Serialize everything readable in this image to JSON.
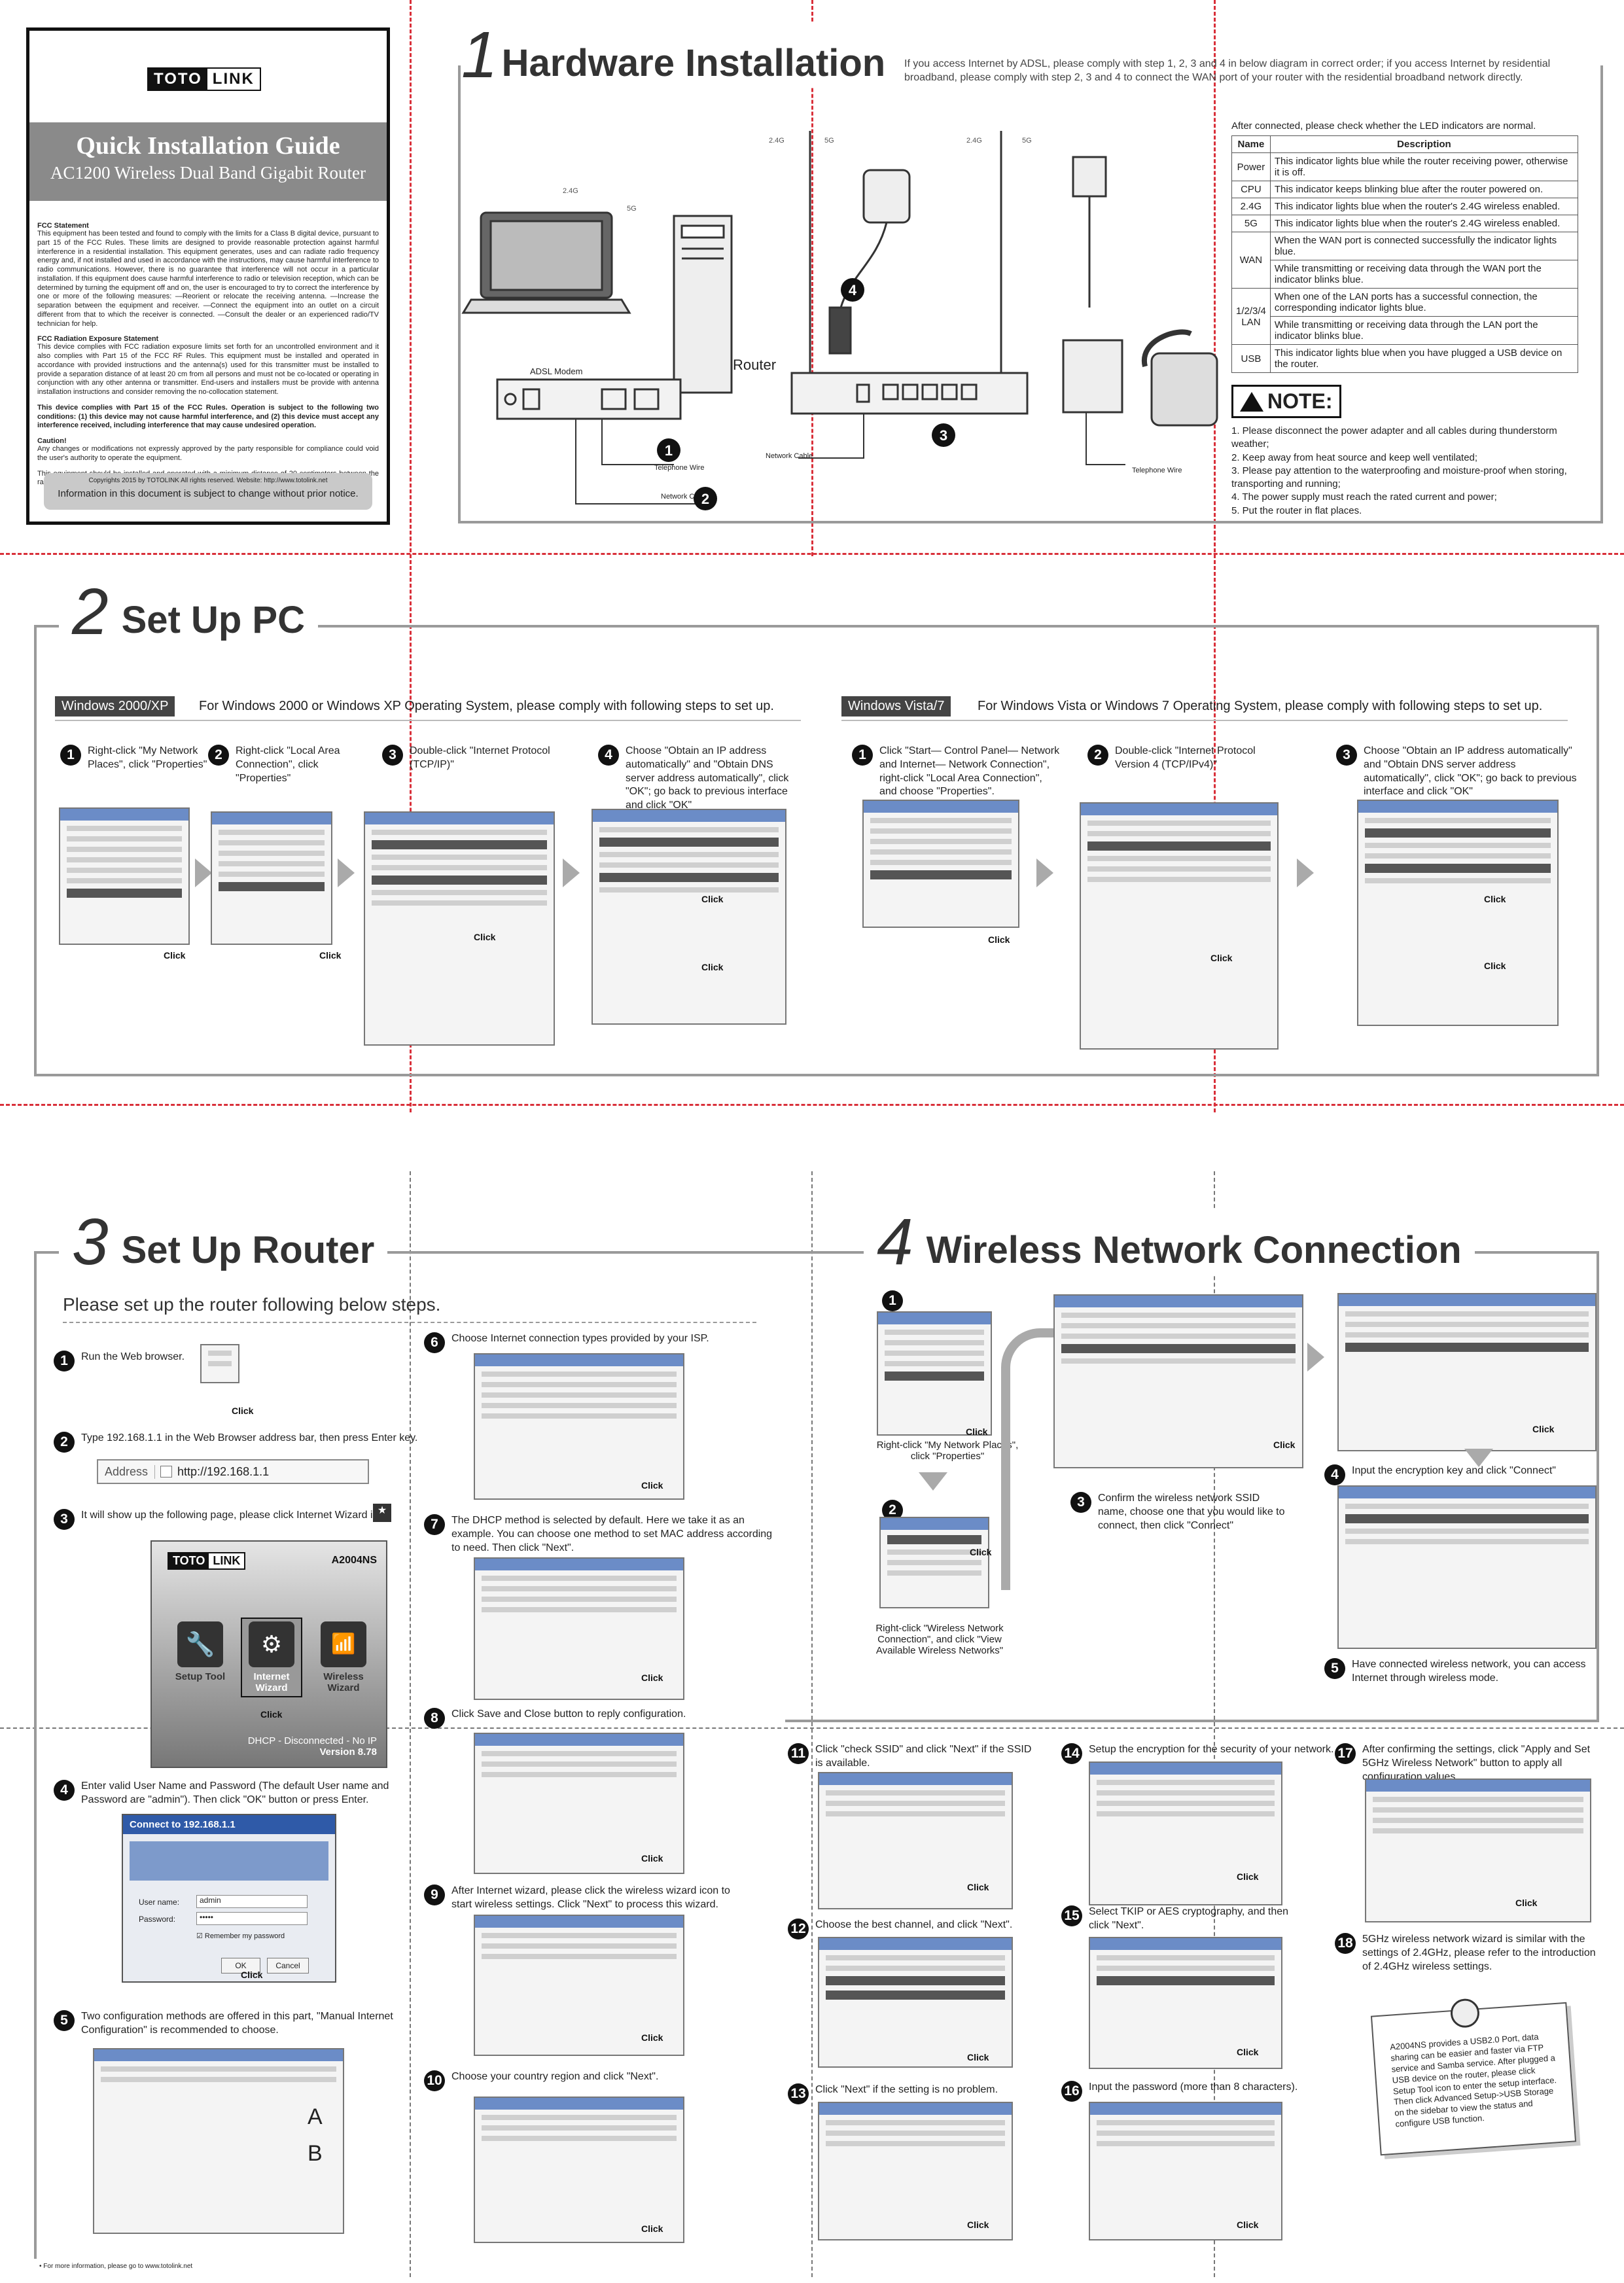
{
  "cover": {
    "brand_left": "TOTO",
    "brand_right": "LINK",
    "title": "Quick Installation Guide",
    "subtitle": "AC1200 Wireless Dual Band Gigabit Router",
    "fcc_head": "FCC Statement",
    "fcc_body": "This equipment has been tested and found to comply with the limits for a Class B digital device, pursuant to part 15 of the FCC Rules. These limits are designed to provide reasonable protection against harmful interference in a residential installation. This equipment generates, uses and can radiate radio frequency energy and, if not installed and used in accordance with the instructions, may cause harmful interference to radio communications. However, there is no guarantee that interference will not occur in a particular installation. If this equipment does cause harmful interference to radio or television reception, which can be determined by turning the equipment off and on, the user is encouraged to try to correct the interference by one or more of the following measures: —Reorient or relocate the receiving antenna. —Increase the separation between the equipment and receiver. —Connect the equipment into an outlet on a circuit different from that to which the receiver is connected. —Consult the dealer or an experienced radio/TV technician for help.",
    "rad_head": "FCC Radiation Exposure Statement",
    "rad_body": "This device complies with FCC radiation exposure limits set forth for an uncontrolled environment and it also complies with Part 15 of the FCC RF Rules. This equipment must be installed and operated in accordance with provided instructions and the antenna(s) used for this transmitter must be installed to provide a separation distance of at least 20 cm from all persons and must not be co-located or operating in conjunction with any other antenna or transmitter. End-users and installers must be provide with antenna installation instructions and consider removing the no-collocation statement.",
    "part15": "This device complies with Part 15 of the FCC Rules. Operation is subject to the following two conditions: (1) this device may not cause harmful interference, and (2) this device must accept any interference received, including interference that may cause undesired operation.",
    "caution_head": "Caution!",
    "caution_body": "Any changes or modifications not expressly approved by the party responsible for compliance could void the user's authority to operate the equipment.",
    "distance": "This equipment should be installed and operated with a minimum distance of 20 centimeters between the radiator and your body.",
    "copyright": "Copyrights 2015 by TOTOLINK All rights reserved. Website: http://www.totolink.net",
    "notice": "Information in this document is subject to change without prior notice."
  },
  "s1": {
    "num": "1",
    "title": "Hardware Installation",
    "intro": "If you access Internet by ADSL, please comply with step 1, 2, 3 and 4 in below diagram in correct order; if you access Internet by residential broadband, please comply with step 2, 3 and 4 to connect the WAN port of your router with the residential broadband network directly.",
    "led_intro": "After connected, please check whether the LED indicators are normal.",
    "col_name": "Name",
    "col_desc": "Description",
    "leds": [
      {
        "name": "Power",
        "desc": "This indicator lights blue while the router receiving power, otherwise it is off."
      },
      {
        "name": "CPU",
        "desc": "This indicator keeps blinking blue after the router powered on."
      },
      {
        "name": "2.4G",
        "desc": "This indicator lights blue when the router's 2.4G wireless enabled."
      },
      {
        "name": "5G",
        "desc": "This indicator lights blue when the router's 2.4G wireless enabled."
      }
    ],
    "wan_name": "WAN",
    "wan_1": "When the WAN port is connected successfully the indicator lights blue.",
    "wan_2": "While transmitting or receiving data through the WAN port the indicator blinks blue.",
    "lan_name": "1/2/3/4 LAN",
    "lan_1": "When one of the LAN ports has a successful connection, the corresponding indicator lights blue.",
    "lan_2": "While transmitting or receiving data through the LAN port the indicator blinks blue.",
    "usb_name": "USB",
    "usb_desc": "This indicator lights blue when you have plugged a USB device on the router.",
    "note_label": "NOTE:",
    "notes": [
      "1. Please disconnect the power adapter and all cables during thunderstorm weather;",
      "2. Keep away from heat source and keep well ventilated;",
      "3. Please pay attention to the waterproofing and moisture-proof when storing, transporting and running;",
      "4. The power supply must reach the rated current and power;",
      "5. Put the router in flat places."
    ],
    "lbl_router": "Router",
    "lbl_modem": "ADSL Modem",
    "lbl_tel": "Telephone Wire",
    "lbl_net": "Network Cable",
    "lbl_24": "2.4G",
    "lbl_5": "5G",
    "b1": "1",
    "b2": "2",
    "b3": "3",
    "b4": "4"
  },
  "s2": {
    "num": "2",
    "title": "Set Up PC",
    "xp_tag": "Windows 2000/XP",
    "xp_text": "For Windows 2000 or Windows XP Operating System, please comply with following steps to set up.",
    "xp_steps": [
      "Right-click \"My Network Places\", click \"Properties\"",
      "Right-click \"Local Area Connection\", click \"Properties\"",
      "Double-click \"Internet Protocol (TCP/IP)\"",
      "Choose \"Obtain an IP address automatically\" and \"Obtain DNS server address automatically\", click \"OK\"; go back to previous interface and click \"OK\""
    ],
    "vista_tag": "Windows Vista/7",
    "vista_text": "For Windows Vista or Windows 7 Operating System, please comply with following steps to set up.",
    "vista_steps": [
      "Click \"Start— Control Panel— Network and Internet— Network Connection\", right-click \"Local Area Connection\", and choose \"Properties\".",
      "Double-click \"Internet Protocol Version 4 (TCP/IPv4)\"",
      "Choose \"Obtain an IP address automatically\" and \"Obtain DNS server address automatically\", click \"OK\"; go back to previous interface and click \"OK\""
    ],
    "click": "Click"
  },
  "s3": {
    "num": "3",
    "title": "Set Up Router",
    "lead": "Please set up the router following below steps.",
    "st1": "Run the Web browser.",
    "st2": "Type 192.168.1.1 in the Web Browser address bar, then press Enter key.",
    "addr_label": "Address",
    "addr_value": "http://192.168.1.1",
    "st3": "It will show up the following page, please click Internet Wizard icon",
    "model": "A2004NS",
    "icon_setup": "Setup Tool",
    "icon_wizard": "Internet Wizard",
    "icon_wireless": "Wireless Wizard",
    "dhcp_status": "DHCP - Disconnected - No IP",
    "version": "Version 8.78",
    "st4": "Enter valid User Name and Password (The default User name and Password are \"admin\"). Then click \"OK\" button or press Enter.",
    "login_title": "Connect to 192.168.1.1",
    "user_label": "User name:",
    "user_value": "admin",
    "pass_label": "Password:",
    "pass_value": "•••••",
    "remember": "Remember my password",
    "ok": "OK",
    "cancel": "Cancel",
    "st5": "Two configuration methods are offered in this part, \"Manual Internet Configuration\" is recommended to choose.",
    "optA": "A",
    "optB": "B",
    "st6": "Choose Internet connection types provided by your ISP.",
    "st7": "The DHCP method is selected by default. Here we take it as an example. You can choose one method to set MAC address according to need. Then click \"Next\".",
    "st8": "Click Save and Close button to reply configuration.",
    "st9": "After Internet wizard, please click the wireless wizard icon to start wireless settings. Click \"Next\" to process this wizard.",
    "st10": "Choose your country region and click \"Next\".",
    "footer": "• For more information, please go to www.totolink.net",
    "click": "Click"
  },
  "s4": {
    "num": "4",
    "title": "Wireless Network Connection",
    "st1": "Right-click \"My Network Places\", click \"Properties\"",
    "st2": "Right-click \"Wireless Network Connection\", and click \"View Available Wireless Networks\"",
    "st3": "Confirm the wireless network SSID name, choose one that you would like to connect, then click \"Connect\"",
    "st4": "Input the encryption key and click \"Connect\"",
    "st5": "Have connected wireless network, you can access Internet through wireless mode.",
    "st11": "Click \"check SSID\" and click \"Next\" if the SSID is available.",
    "st12": "Choose the best channel, and click \"Next\".",
    "st13": "Click \"Next\" if the setting is no problem.",
    "st14": "Setup the encryption for the security of your network.",
    "st15": "Select TKIP or AES cryptography, and then click \"Next\".",
    "st16": "Input the password (more than 8 characters).",
    "st17": "After confirming the settings, click \"Apply and Set 5GHz Wireless Network\" button to apply all configuration values.",
    "st18": "5GHz wireless network wizard is similar with the settings of 2.4GHz, please refer to the introduction of 2.4GHz wireless settings.",
    "usb_note": "A2004NS provides a USB2.0 Port, data sharing can be easier and faster via FTP service and Samba service. After plugged a USB device on the router, please click Setup Tool icon to enter the setup interface. Then click Advanced Setup->USB Storage on the sidebar to view the status and configure USB function.",
    "click": "Click"
  }
}
